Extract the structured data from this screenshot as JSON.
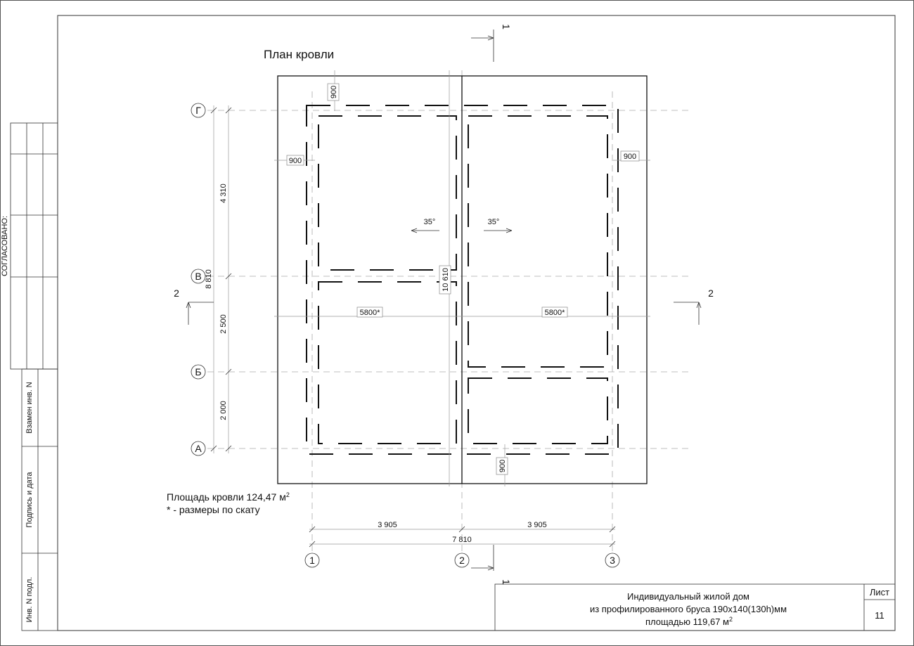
{
  "drawing": {
    "title": "План кровли",
    "roof_area_label": "Площадь кровли  124,47 м",
    "roof_area_sup": "2",
    "slope_note": "* - размеры по скату"
  },
  "axes": {
    "rows": [
      "Г",
      "В",
      "Б",
      "А"
    ],
    "cols": [
      "1",
      "2",
      "3"
    ]
  },
  "dimensions": {
    "overhang_top": "900",
    "overhang_left": "900",
    "overhang_right": "900",
    "overhang_bottom": "900",
    "vertical_total_roof": "10 610",
    "slope_left": "5800*",
    "slope_right": "5800*",
    "row_g_v": "4 310",
    "row_v_b": "2 500",
    "row_b_a": "2 000",
    "rows_total": "8 810",
    "col_1_2": "3 905",
    "col_2_3": "3 905",
    "cols_total": "7 810"
  },
  "slopes": {
    "left": "35°",
    "right": "35°"
  },
  "sections": {
    "s1_top": "1",
    "s1_bottom": "1",
    "s2_left": "2",
    "s2_right": "2"
  },
  "sidebar": {
    "agreed": "СОГЛАСОВАНО:",
    "replace_inv": "Взамен инв. N",
    "sign_date": "Подпись и дата",
    "inv_orig": "Инв. N подл."
  },
  "title_block": {
    "line1": "Индивидуальный жилой дом",
    "line2": "из профилированного бруса 190x140(130h)мм",
    "line3": "площадью 119,67 м",
    "line3_sup": "2",
    "sheet_label": "Лист",
    "sheet_number": "11"
  }
}
